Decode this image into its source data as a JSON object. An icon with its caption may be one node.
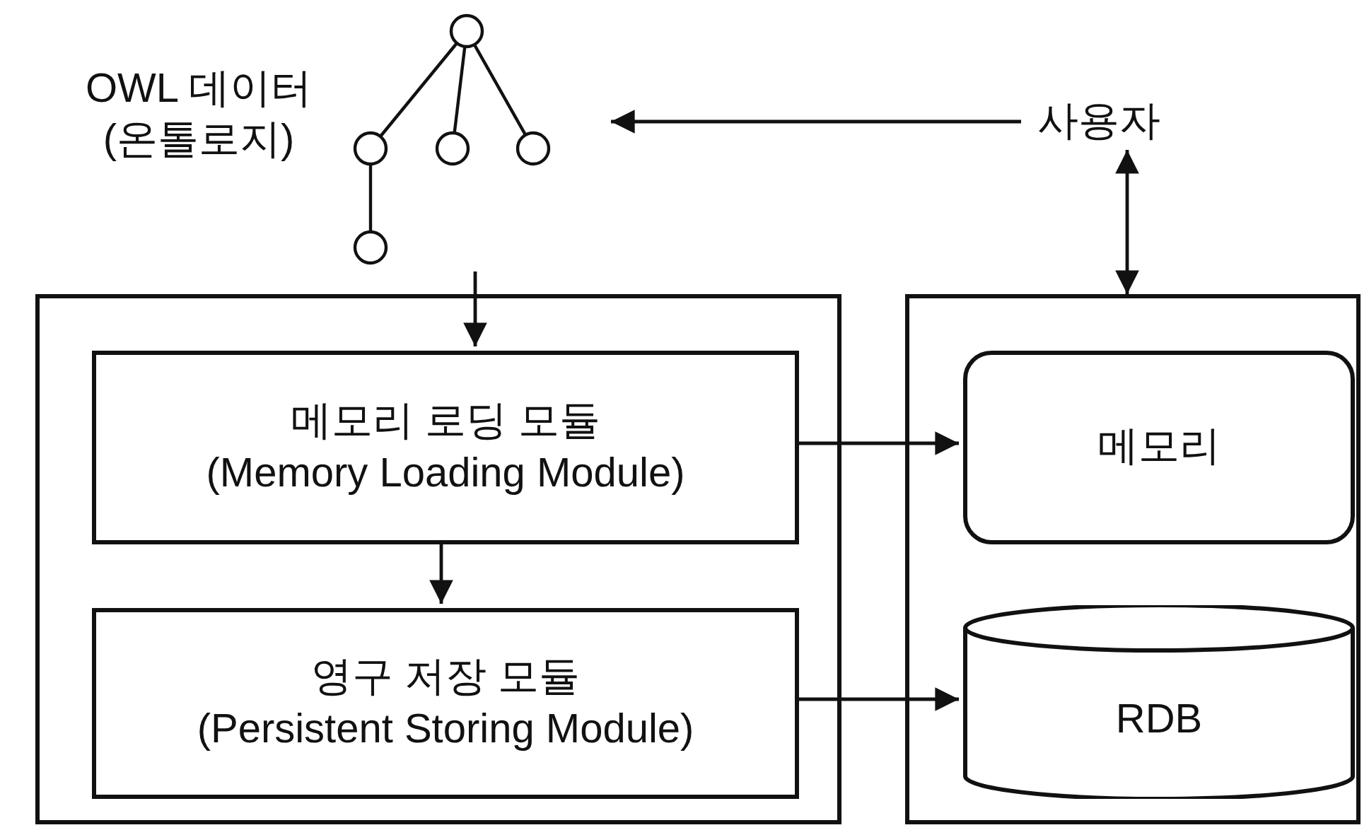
{
  "diagram": {
    "nodes": [
      {
        "text": [],
        "shape": "picture",
        "beside": [
          "OWL 데이터 (온톨로지)"
        ]
      },
      {
        "text": [],
        "shape": "box"
      },
      {
        "text": [
          "메모리 로딩 모듈",
          "(Memory Loading Module)"
        ],
        "in": 1
      },
      {
        "text": [
          "영구 저장 모듈",
          "(Persistent Storing Module)"
        ],
        "in": 1
      },
      {
        "text": [],
        "shape": "box"
      },
      {
        "text": [
          "메모리"
        ],
        "in": 4
      },
      {
        "text": [
          "RDB"
        ],
        "in": 4
      },
      {
        "text": [
          "사용자"
        ]
      }
    ],
    "edges": [
      {
        "from": 7,
        "to": 0,
        "arrow": "to"
      },
      {
        "from": 7,
        "to": 4,
        "arrow": "both"
      },
      {
        "from": 0,
        "to": 2,
        "arrow": "to"
      },
      {
        "from": 2,
        "to": 3,
        "arrow": "to"
      },
      {
        "from": 2,
        "to": 5,
        "arrow": "to"
      },
      {
        "from": 3,
        "to": 6,
        "arrow": "to"
      }
    ]
  }
}
